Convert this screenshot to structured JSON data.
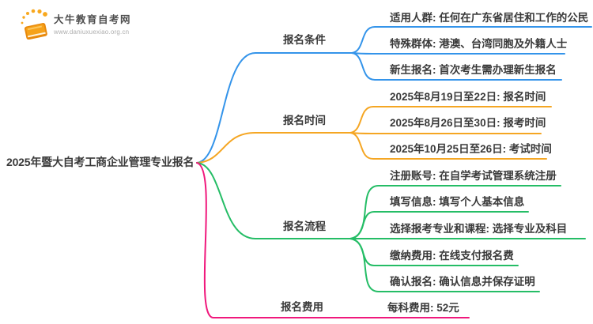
{
  "logo": {
    "title": "大牛教育自考网",
    "url": "www.daniuxuexiao.org.cn"
  },
  "root": {
    "label": "2025年暨大自考工商企业管理专业报名"
  },
  "branches": [
    {
      "label": "报名条件",
      "color": "#3494EA",
      "leaves": [
        "适用人群: 任何在广东省居住和工作的公民",
        "特殊群体: 港澳、台湾同胞及外籍人士",
        "新生报名: 首次考生需办理新生报名"
      ]
    },
    {
      "label": "报名时间",
      "color": "#F5A623",
      "leaves": [
        "2025年8月19日至22日: 报名时间",
        "2025年8月26日至30日: 报考时间",
        "2025年10月25日至26日: 考试时间"
      ]
    },
    {
      "label": "报名流程",
      "color": "#25BD66",
      "leaves": [
        "注册账号: 在自学考试管理系统注册",
        "填写信息: 填写个人基本信息",
        "选择报考专业和课程: 选择专业及科目",
        "缴纳费用: 在线支付报名费",
        "确认报名: 确认信息并保存证明"
      ]
    },
    {
      "label": "报名费用",
      "color": "#F0187C",
      "leaves": [
        "每科费用: 52元"
      ]
    }
  ]
}
